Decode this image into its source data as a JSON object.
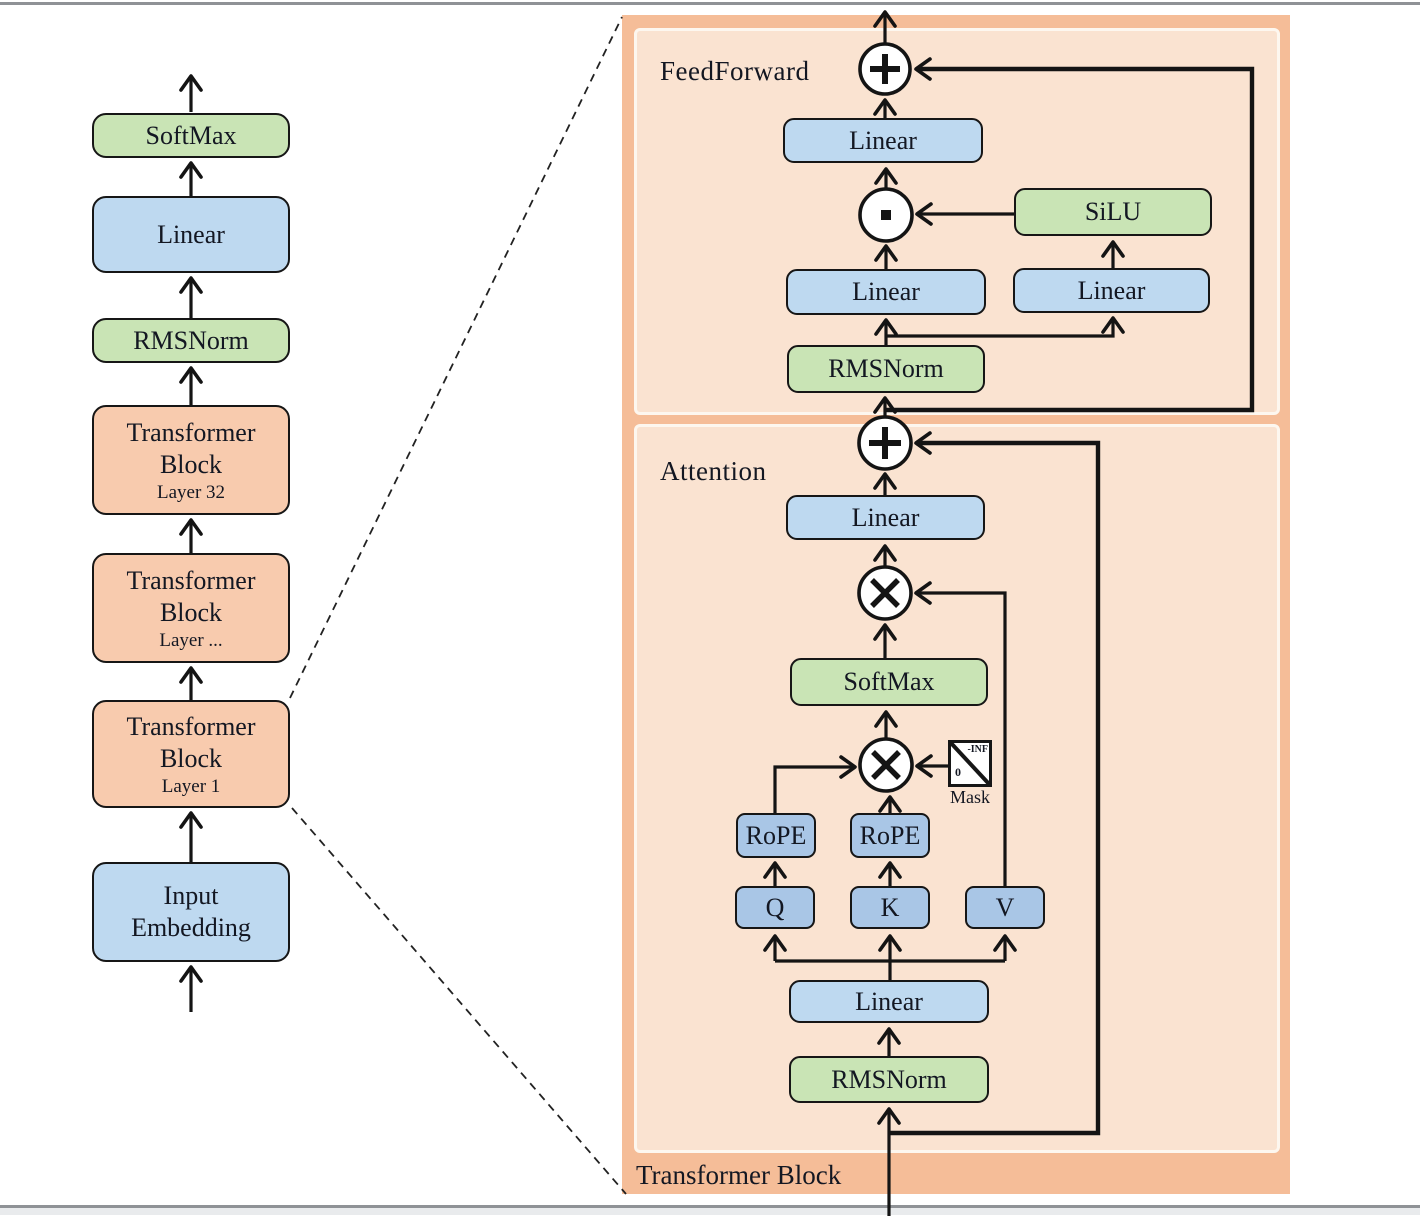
{
  "colors": {
    "panel_bg": "#f5bd98",
    "panel_inner_bg": "#fae3d1",
    "inner_border": "#fdf7ef",
    "green_block": "#c9e4b5",
    "blue_block": "#bed9f0",
    "qkv_blue_block": "#a9c6e6",
    "orange_block": "#f8cbae",
    "wire": "#141414",
    "text": "#131722",
    "frame_gray": "#8f9296"
  },
  "left_stack": {
    "softmax": "SoftMax",
    "linear": "Linear",
    "rmsnorm": "RMSNorm",
    "tb_line1": "Transformer",
    "tb_line2": "Block",
    "tb32_sub": "Layer 32",
    "tbmid_sub": "Layer ...",
    "tb1_sub": "Layer 1",
    "input_line1": "Input",
    "input_line2": "Embedding"
  },
  "panel": {
    "footer": "Transformer Block",
    "feedforward": {
      "title": "FeedForward",
      "linear_out": "Linear",
      "silu": "SiLU",
      "linear_gate": "Linear",
      "linear_up": "Linear",
      "rmsnorm": "RMSNorm"
    },
    "attention": {
      "title": "Attention",
      "linear_out": "Linear",
      "softmax": "SoftMax",
      "rope_q": "RoPE",
      "rope_k": "RoPE",
      "q": "Q",
      "k": "K",
      "v": "V",
      "linear_qkv": "Linear",
      "rmsnorm": "RMSNorm",
      "mask_label": "Mask",
      "mask_top": "-INF",
      "mask_bottom": "0"
    }
  },
  "icons": {
    "add": "plus-in-circle",
    "elementwise_multiply": "dot-in-circle",
    "matmul": "x-in-circle",
    "mask": "causal-mask-square"
  }
}
